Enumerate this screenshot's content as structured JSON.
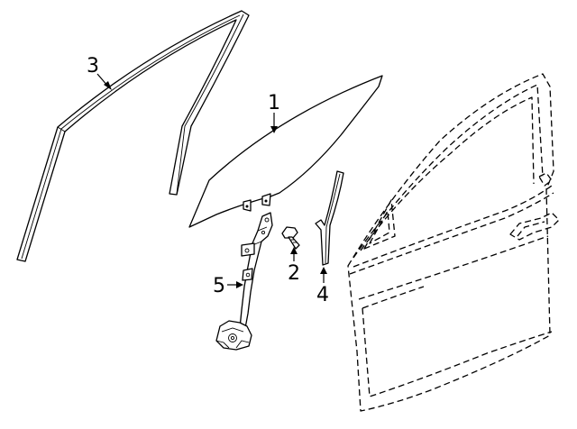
{
  "diagram": {
    "parts": [
      {
        "id": "glass",
        "callout": "1"
      },
      {
        "id": "bolt",
        "callout": "2"
      },
      {
        "id": "run-channel",
        "callout": "3"
      },
      {
        "id": "sash-channel",
        "callout": "4"
      },
      {
        "id": "regulator",
        "callout": "5"
      }
    ]
  }
}
